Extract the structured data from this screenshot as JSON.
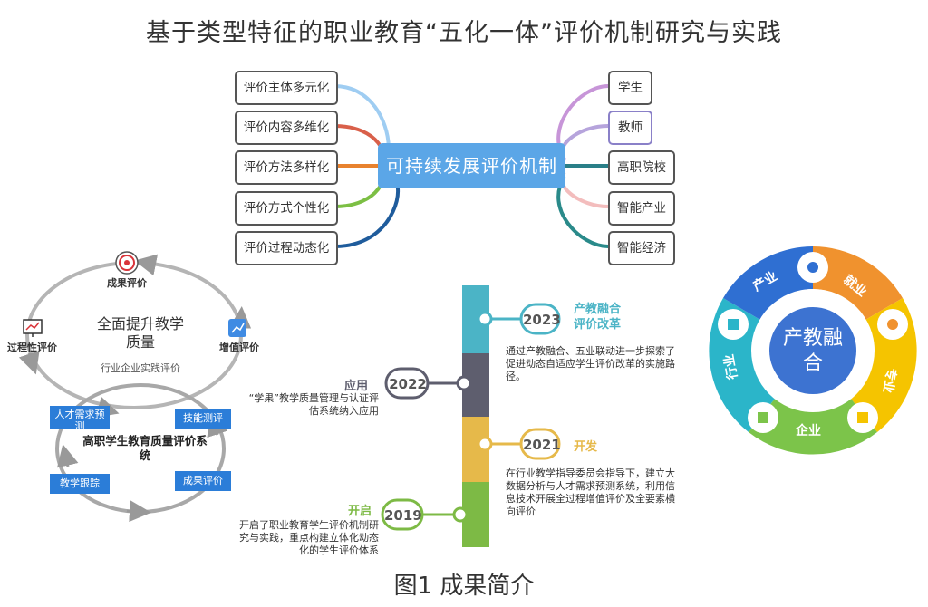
{
  "title": "基于类型特征的职业教育“五化一体”评价机制研究与实践",
  "caption": "图1   成果简介",
  "mindmap": {
    "center": "可持续发展评价机制",
    "left": [
      "评价主体多元化",
      "评价内容多维化",
      "评价方法多样化",
      "评价方式个性化",
      "评价过程动态化"
    ],
    "right": [
      "学生",
      "教师",
      "高职院校",
      "智能产业",
      "智能经济"
    ]
  },
  "cycle": {
    "top_label": "成果评价",
    "left_label": "过程性评价",
    "right_label": "增值评价",
    "center_title": "全面提升教学质量",
    "center_sub": "行业企业实践评价",
    "system_title": "高职学生教育质量评价系统",
    "boxes": [
      "人才需求预测",
      "技能测评",
      "教学跟踪",
      "成果评价"
    ]
  },
  "timeline": {
    "items": [
      {
        "year": "2023",
        "title": "产教融合评价改革",
        "text": "通过产教融合、五业联动进一步探索了促进动态自适应学生评价改革的实施路径。"
      },
      {
        "year": "2022",
        "title": "应用",
        "text": "“学果”教学质量管理与认证评估系统纳入应用"
      },
      {
        "year": "2021",
        "title": "开发",
        "text": "在行业教学指导委员会指导下，建立大数据分析与人才需求预测系统，利用信息技术开展全过程增值评价及全要素横向评价"
      },
      {
        "year": "2019",
        "title": "开启",
        "text": "开启了职业教育学生评价机制研究与实践，重点构建立体化动态化的学生评价体系"
      }
    ]
  },
  "ring": {
    "center": "产教融合",
    "segments": [
      "产业",
      "就业",
      "专业",
      "企业",
      "行业"
    ]
  },
  "colors": {
    "center_node": "#5ba6e7",
    "ring_blue": "#2f6fd2",
    "ring_orange": "#f0922e",
    "ring_yellow": "#f5c400",
    "ring_green": "#7cc44a",
    "ring_teal": "#2bb5c9",
    "timeline_teal": "#4bb4c6",
    "timeline_gray": "#5e5e6e",
    "timeline_yellow": "#e6b94a",
    "timeline_green": "#7dba45"
  }
}
